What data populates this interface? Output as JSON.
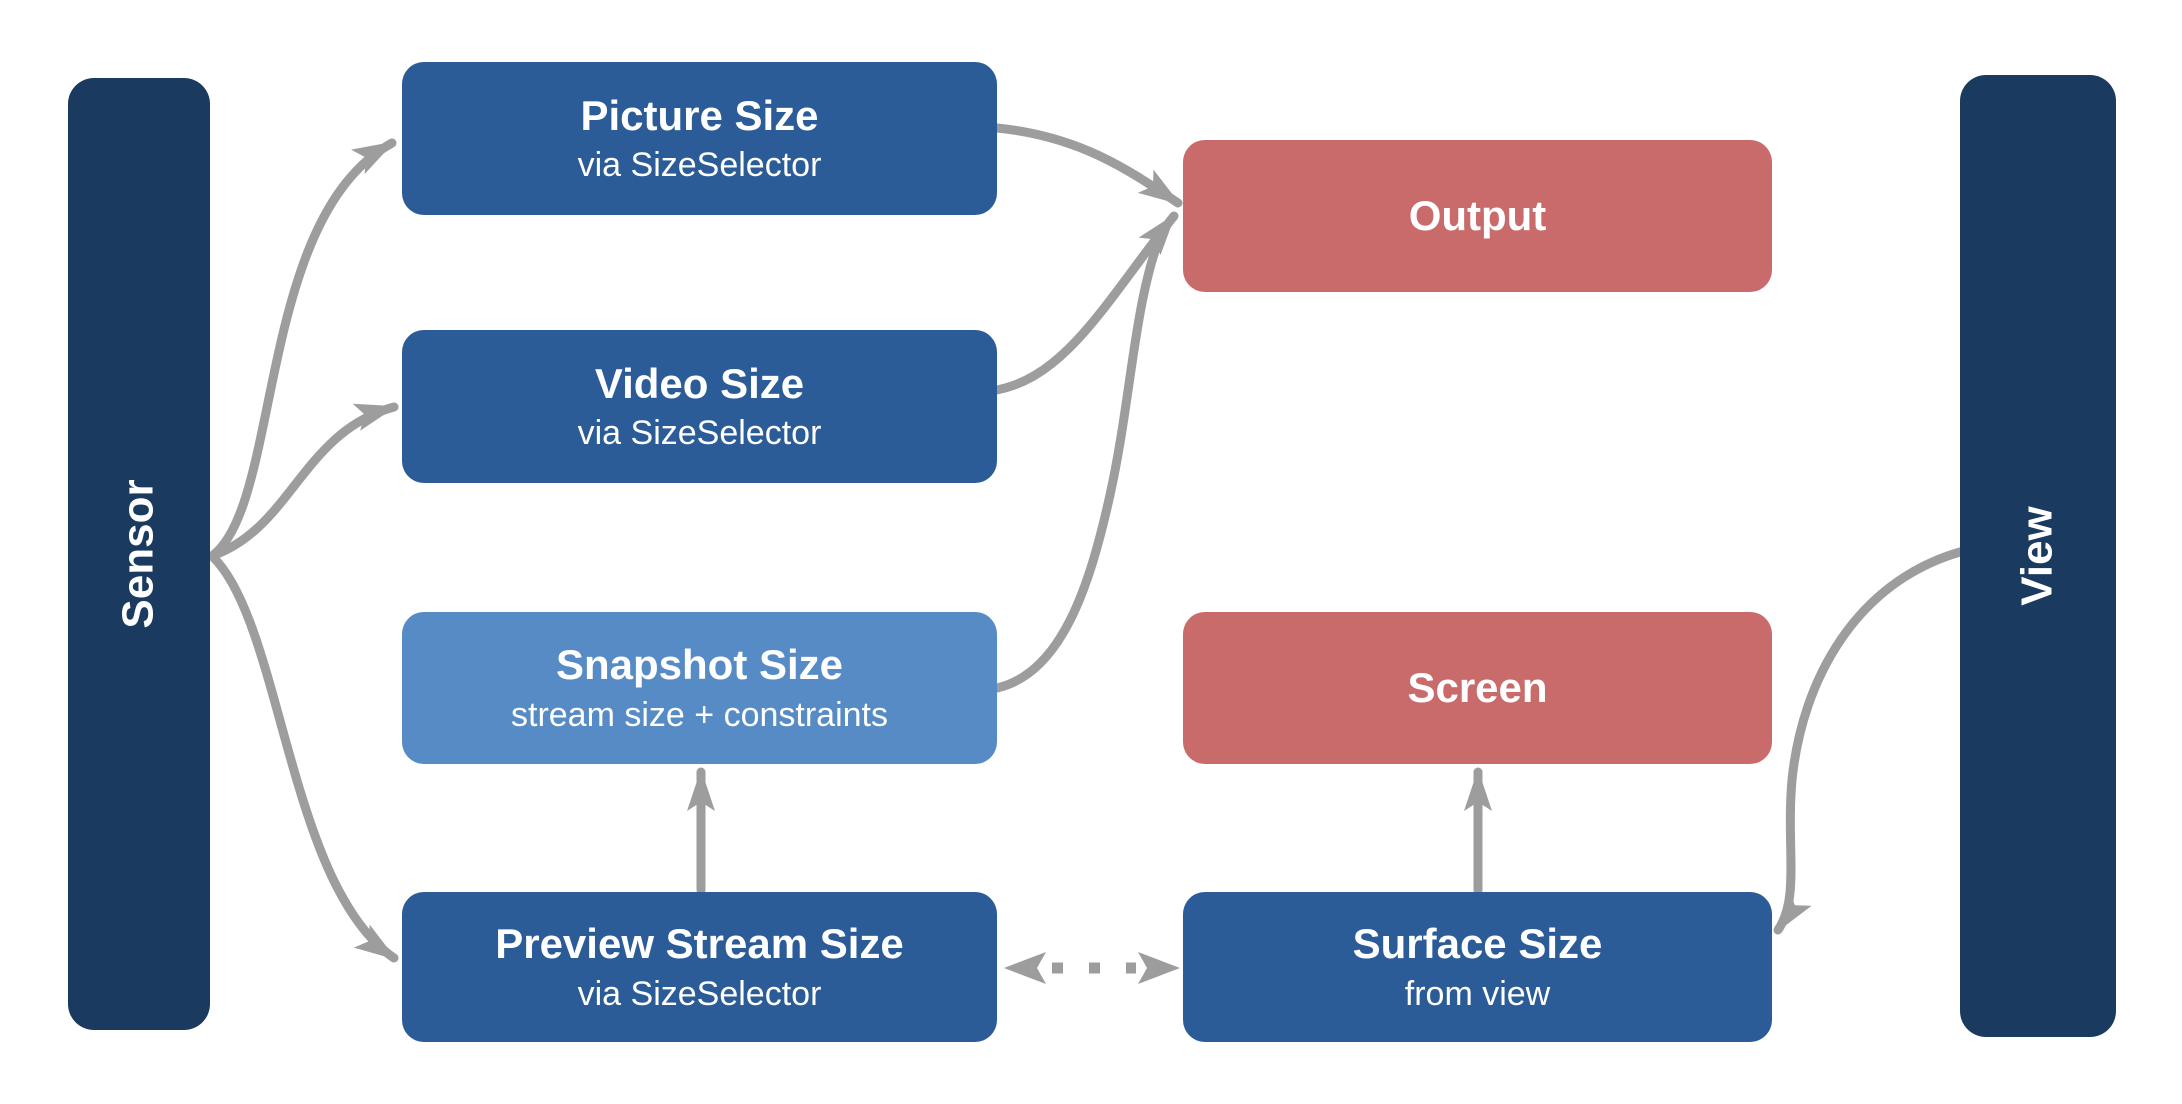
{
  "theme": {
    "background": "#ffffff",
    "navy": "#1B3A5F",
    "blue": "#2B5C98",
    "light_blue": "#568BC6",
    "red": "#C96B6B",
    "arrow_gray": "#9D9D9D",
    "text_white": "#ffffff"
  },
  "bars": {
    "sensor": {
      "label": "Sensor"
    },
    "view": {
      "label": "View"
    }
  },
  "nodes": {
    "picture": {
      "title": "Picture Size",
      "subtitle": "via SizeSelector"
    },
    "video": {
      "title": "Video Size",
      "subtitle": "via SizeSelector"
    },
    "snapshot": {
      "title": "Snapshot Size",
      "subtitle": "stream size + constraints"
    },
    "preview": {
      "title": "Preview Stream Size",
      "subtitle": "via SizeSelector"
    },
    "output": {
      "title": "Output"
    },
    "screen": {
      "title": "Screen"
    },
    "surface": {
      "title": "Surface Size",
      "subtitle": "from view"
    }
  },
  "edges": [
    {
      "from": "sensor",
      "to": "picture",
      "style": "solid",
      "direction": "one-way"
    },
    {
      "from": "sensor",
      "to": "video",
      "style": "solid",
      "direction": "one-way"
    },
    {
      "from": "sensor",
      "to": "preview",
      "style": "solid",
      "direction": "one-way"
    },
    {
      "from": "picture",
      "to": "output",
      "style": "solid",
      "direction": "one-way"
    },
    {
      "from": "video",
      "to": "output",
      "style": "solid",
      "direction": "one-way"
    },
    {
      "from": "snapshot",
      "to": "output",
      "style": "solid",
      "direction": "one-way"
    },
    {
      "from": "preview",
      "to": "snapshot",
      "style": "solid",
      "direction": "one-way"
    },
    {
      "from": "preview",
      "to": "surface",
      "style": "dotted",
      "direction": "two-way"
    },
    {
      "from": "surface",
      "to": "screen",
      "style": "solid",
      "direction": "one-way"
    },
    {
      "from": "view",
      "to": "surface",
      "style": "solid",
      "direction": "one-way"
    }
  ]
}
